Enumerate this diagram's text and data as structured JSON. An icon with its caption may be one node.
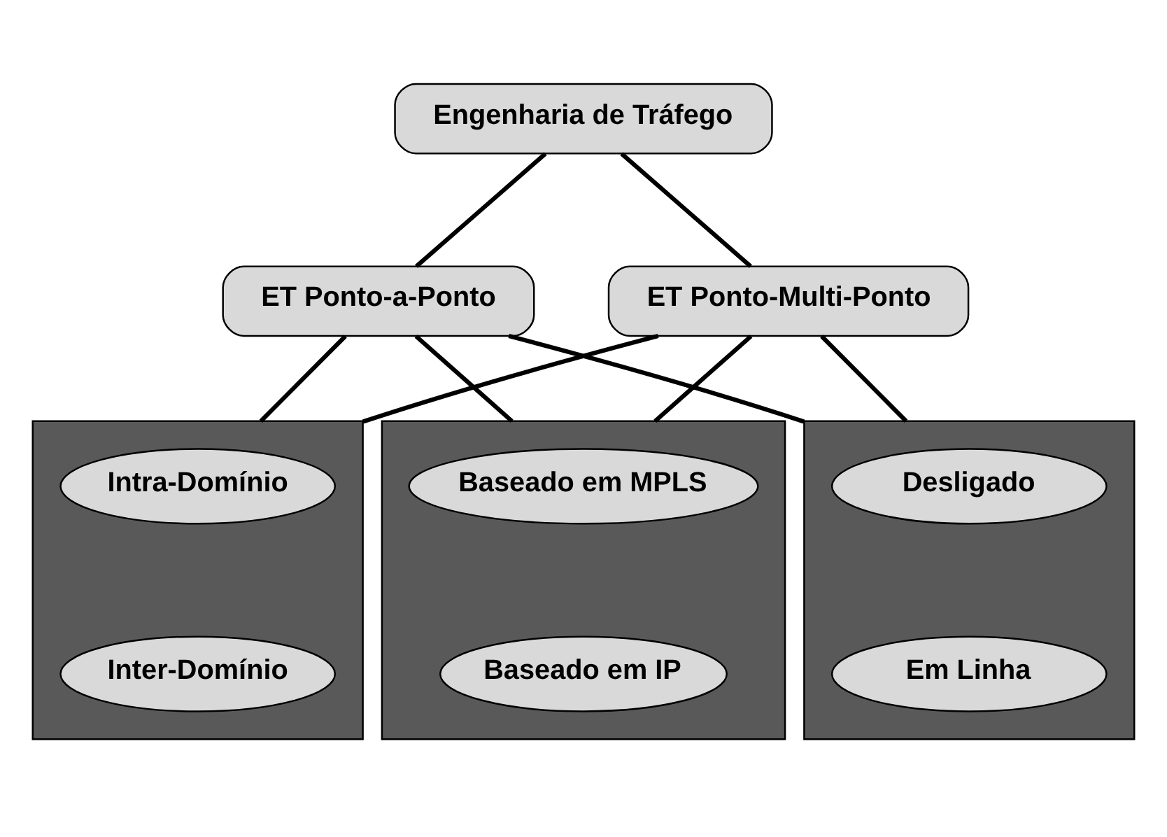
{
  "diagram": {
    "nodes": [
      {
        "text": [
          "Engenharia de Tráfego"
        ]
      },
      {
        "text": [
          "ET Ponto-a-Ponto"
        ]
      },
      {
        "text": [
          "ET Ponto-Multi-Ponto"
        ]
      },
      {
        "text": [],
        "shape": "box"
      },
      {
        "text": [
          "Intra-Domínio"
        ],
        "in": 3
      },
      {
        "text": [
          "Inter-Domínio"
        ],
        "in": 3
      },
      {
        "text": [],
        "shape": "box"
      },
      {
        "text": [
          "Baseado em MPLS"
        ],
        "in": 6
      },
      {
        "text": [
          "Baseado em IP"
        ],
        "in": 6
      },
      {
        "text": [],
        "shape": "box"
      },
      {
        "text": [
          "Desligado"
        ],
        "in": 9
      },
      {
        "text": [
          "Em Linha"
        ],
        "in": 9
      }
    ],
    "edges": [
      {
        "from": 0,
        "to": 1,
        "arrow": "none"
      },
      {
        "from": 0,
        "to": 2,
        "arrow": "none"
      },
      {
        "from": 1,
        "to": 3,
        "arrow": "none"
      },
      {
        "from": 1,
        "to": 6,
        "arrow": "none"
      },
      {
        "from": 1,
        "to": 9,
        "arrow": "none"
      },
      {
        "from": 2,
        "to": 3,
        "arrow": "none"
      },
      {
        "from": 2,
        "to": 6,
        "arrow": "none"
      },
      {
        "from": 2,
        "to": 9,
        "arrow": "none"
      }
    ]
  }
}
